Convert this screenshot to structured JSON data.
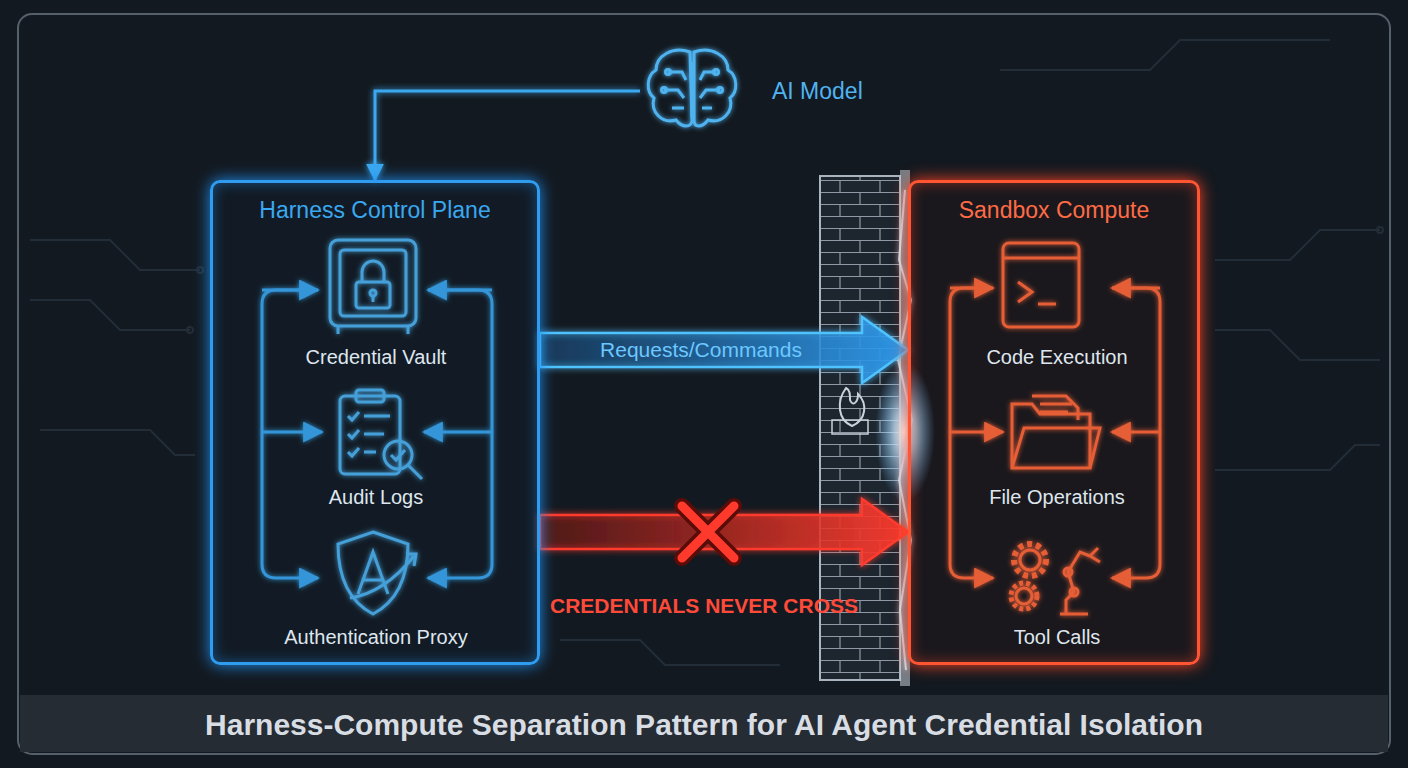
{
  "diagram": {
    "caption": "Harness-Compute Separation Pattern for AI Agent Credential Isolation",
    "nodes": [
      {
        "text": [
          "AI Model"
        ]
      },
      {
        "text": [
          "Harness Control Plane"
        ]
      },
      {
        "text": [
          "Credential Vault"
        ],
        "in": 1
      },
      {
        "text": [
          "Audit Logs"
        ],
        "in": 1
      },
      {
        "text": [
          "Authentication Proxy"
        ],
        "in": 1
      },
      {
        "text": [
          "Sandbox Compute"
        ]
      },
      {
        "text": [
          "Code Execution"
        ],
        "in": 5
      },
      {
        "text": [
          "File Operations"
        ],
        "in": 5
      },
      {
        "text": [
          "Tool Calls"
        ],
        "in": 5
      }
    ],
    "edges": [
      {
        "from": 0,
        "to": 1,
        "arrow": "to"
      },
      {
        "from": 1,
        "to": 5,
        "label": "Requests/Commands",
        "arrow": "to"
      },
      {
        "from": 1,
        "to": 5,
        "label": "CREDENTIALS NEVER CROSS",
        "arrow": "to"
      }
    ]
  }
}
